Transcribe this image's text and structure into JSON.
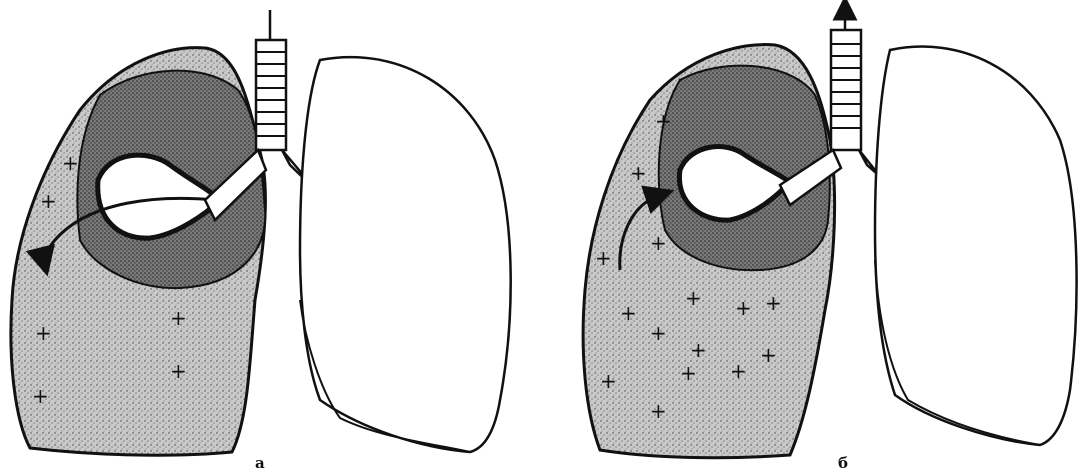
{
  "figure": {
    "panels": [
      {
        "label": "а",
        "airflow": "inspiration",
        "marks": [
          "+",
          "+",
          "+",
          "+",
          "+",
          "+"
        ]
      },
      {
        "label": "б",
        "airflow": "expiration",
        "marks": [
          "+",
          "+",
          "+",
          "+",
          "+",
          "+",
          "+",
          "+",
          "+",
          "+",
          "+",
          "+",
          "+",
          "+",
          "+"
        ]
      }
    ]
  }
}
